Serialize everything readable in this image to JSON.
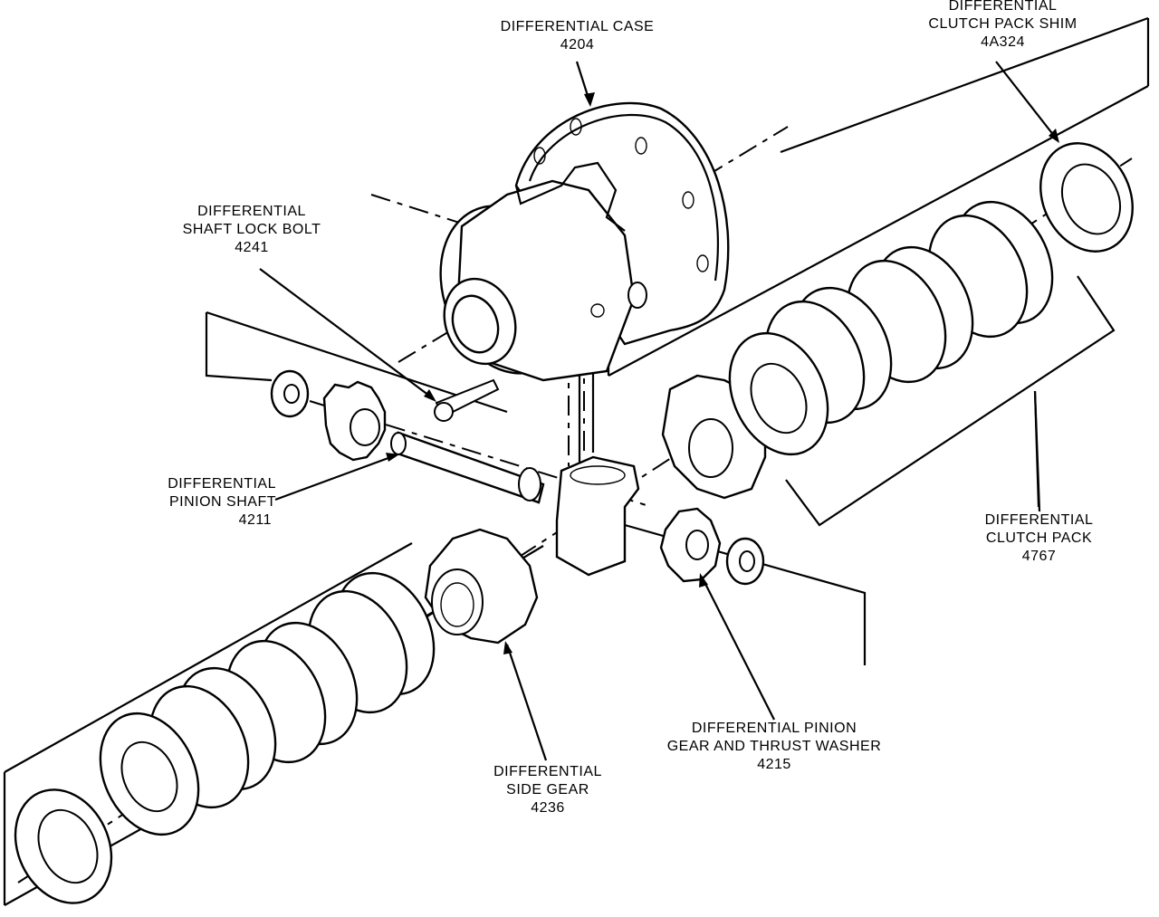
{
  "diagram": {
    "title": "Differential exploded view",
    "background_color": "#ffffff",
    "line_color": "#000000"
  },
  "labels": {
    "differential_case": {
      "lines": [
        "DIFFERENTIAL CASE",
        "4204"
      ]
    },
    "clutch_pack_shim": {
      "lines": [
        "DIFFERENTIAL",
        "CLUTCH PACK SHIM",
        "4A324"
      ]
    },
    "shaft_lock_bolt": {
      "lines": [
        "DIFFERENTIAL",
        "SHAFT LOCK BOLT",
        "4241"
      ]
    },
    "pinion_shaft": {
      "lines": [
        "DIFFERENTIAL",
        "PINION SHAFT",
        "4211"
      ]
    },
    "clutch_pack": {
      "lines": [
        "DIFFERENTIAL",
        "CLUTCH PACK",
        "4767"
      ]
    },
    "pinion_gear_thrust_washer": {
      "lines": [
        "DIFFERENTIAL PINION",
        "GEAR AND THRUST WASHER",
        "4215"
      ]
    },
    "side_gear": {
      "lines": [
        "DIFFERENTIAL",
        "SIDE GEAR",
        "4236"
      ]
    }
  }
}
